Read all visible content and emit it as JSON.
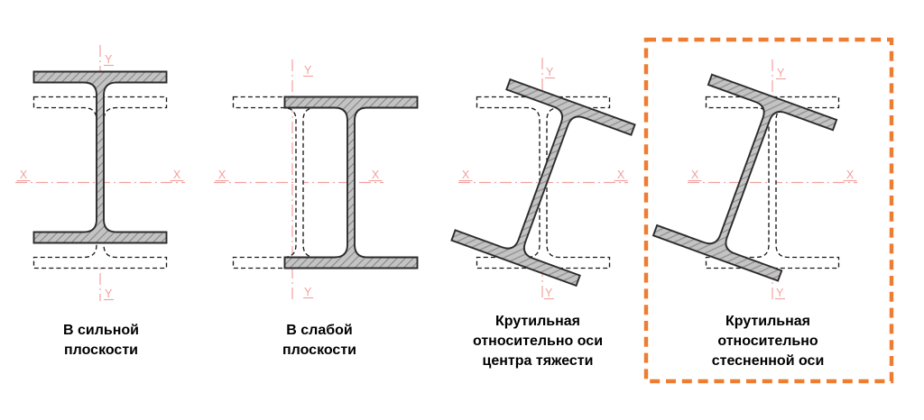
{
  "axes": {
    "x_label": "X",
    "y_label": "Y"
  },
  "diagrams": [
    {
      "id": "strong-plane-buckling",
      "lines": [
        "В сильной",
        "плоскости"
      ],
      "highlighted": false
    },
    {
      "id": "weak-plane-buckling",
      "lines": [
        "В слабой",
        "плоскости"
      ],
      "highlighted": false
    },
    {
      "id": "torsional-about-centroid-axis",
      "lines": [
        "Крутильная",
        "относительно оси",
        "центра тяжести"
      ],
      "highlighted": false
    },
    {
      "id": "torsional-about-constrained-axis",
      "lines": [
        "Крутильная",
        "относительно",
        "стесненной оси"
      ],
      "highlighted": true
    }
  ],
  "colors": {
    "axis_red": "#F2A09D",
    "beam_fill": "#C3C3C3",
    "beam_hatch": "#8F8F8F",
    "beam_outline": "#2B2B2B",
    "ghost_outline": "#1A1A1A",
    "highlight_orange": "#ED7D31",
    "caption_text": "#000000",
    "background": "#FFFFFF"
  }
}
